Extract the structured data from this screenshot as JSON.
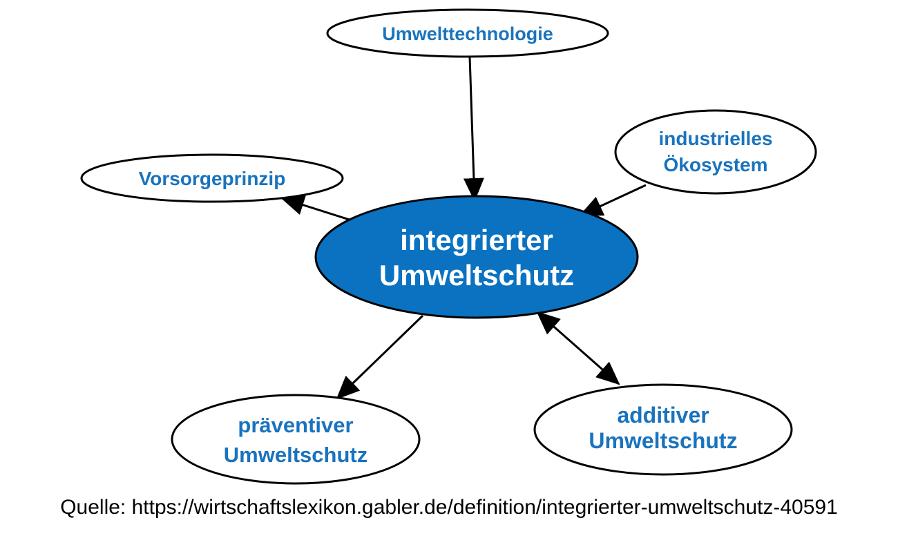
{
  "center": {
    "line1": "integrierter",
    "line2": "Umweltschutz"
  },
  "nodes": {
    "umwelttechnologie": {
      "line1": "Umwelttechnologie"
    },
    "vorsorgeprinzip": {
      "line1": "Vorsorgeprinzip"
    },
    "oekosystem": {
      "line1": "industrielles",
      "line2": "Ökosystem"
    },
    "praeventiv": {
      "line1": "präventiver",
      "line2": "Umweltschutz"
    },
    "additiv": {
      "line1": "additiver",
      "line2": "Umweltschutz"
    }
  },
  "edges": [
    {
      "from": "umwelttechnologie",
      "to": "center",
      "direction": "forward"
    },
    {
      "from": "oekosystem",
      "to": "center",
      "direction": "forward"
    },
    {
      "from": "center",
      "to": "vorsorgeprinzip",
      "direction": "forward"
    },
    {
      "from": "center",
      "to": "praeventiv",
      "direction": "forward"
    },
    {
      "from": "center",
      "to": "additiv",
      "direction": "both"
    }
  ],
  "source_text": "Quelle: https://wirtschaftslexikon.gabler.de/definition/integrierter-umweltschutz-40591",
  "colors": {
    "center_fill": "#0a72c0",
    "label_text": "#1a73bd",
    "outline": "#000000"
  }
}
